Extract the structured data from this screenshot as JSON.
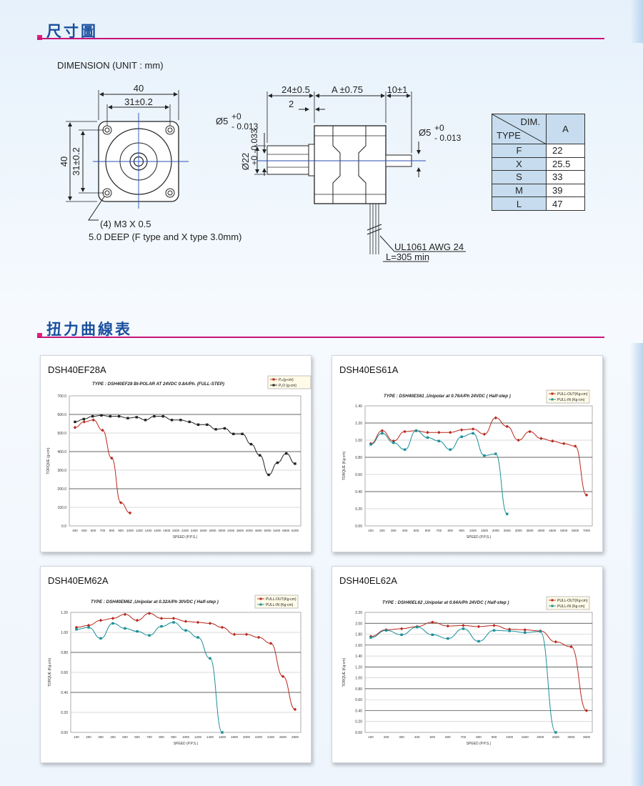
{
  "section1": {
    "title": "尺寸圖",
    "dimension_label": "DIMENSION (UNIT : mm)"
  },
  "drawing": {
    "front": {
      "w40": "40",
      "w31": "31±0.2",
      "h40": "40",
      "h31": "31±0.2",
      "screw": "(4) M3 X 0.5",
      "deep": "5.0 DEEP  (F type and X type 3.0mm)"
    },
    "side": {
      "d24": "24±0.5",
      "dA": "A ±0.75",
      "d10": "10±1",
      "d2": "2",
      "phi5a": "Ø5",
      "phi5a_tol_up": "+0",
      "phi5a_tol_dn": "- 0.013",
      "phi5b": "Ø5",
      "phi5b_tol_up": "+0",
      "phi5b_tol_dn": "- 0.013",
      "phi22": "Ø22",
      "phi22_tol": "+0 -0.033",
      "cable": "UL1061 AWG 24",
      "length": "L=305 min"
    }
  },
  "dim_table": {
    "header_dim": "DIM.",
    "header_type": "TYPE",
    "header_a": "A",
    "rows": [
      {
        "type": "F",
        "a": "22"
      },
      {
        "type": "X",
        "a": "25.5"
      },
      {
        "type": "S",
        "a": "33"
      },
      {
        "type": "M",
        "a": "39"
      },
      {
        "type": "L",
        "a": "47"
      }
    ]
  },
  "section2": {
    "title": "扭力曲線表"
  },
  "colors": {
    "accent": "#1a4f9e",
    "pink": "#c8137a",
    "red": "#b8281e",
    "teal": "#1b8f97"
  },
  "chart_data": [
    {
      "type": "line",
      "panel_title": "DSH40EF28A",
      "title": "TYPE : DSH40EF28  BI-POLAR AT 24VDC 0.8A/Ph. (FULL-STEP)",
      "xlabel": "SPEED (P.P.S.)",
      "ylabel": "TORQUE (g-cm)",
      "categories": [
        "400",
        "500",
        "600",
        "700",
        "800",
        "900",
        "1000",
        "1200",
        "1400",
        "1600",
        "1800",
        "2000",
        "2200",
        "2400",
        "2600",
        "2800",
        "3000",
        "3400",
        "3600",
        "4000",
        "4600",
        "5000",
        "5400",
        "5800",
        "6200"
      ],
      "ylim": [
        0,
        700
      ],
      "yticks": [
        "0.0",
        "100.0",
        "200.0",
        "300.0",
        "400.0",
        "500.0",
        "600.0",
        "700.0"
      ],
      "series": [
        {
          "name": "Pₚᵢ(g-cm)",
          "color": "#b8281e",
          "marker": "diamond",
          "values": [
            530,
            560,
            570,
            515,
            365,
            125,
            70
          ]
        },
        {
          "name": "PₒO (g-cm)",
          "color": "#222222",
          "marker": "square",
          "values": [
            560,
            575,
            590,
            595,
            590,
            590,
            580,
            585,
            570,
            590,
            590,
            570,
            570,
            560,
            545,
            545,
            520,
            525,
            495,
            495,
            440,
            380,
            275,
            340,
            390,
            335
          ]
        }
      ]
    },
    {
      "type": "line",
      "panel_title": "DSH40ES61A",
      "title": "TYPE : DSH40ES61 ,Unipolar at 0.76A/Ph 24VDC  ( Half-step )",
      "xlabel": "SPEED (P.P.S.)",
      "ylabel": "TORQUE (Kg-cm)",
      "categories": [
        "100",
        "200",
        "300",
        "400",
        "500",
        "600",
        "700",
        "800",
        "900",
        "1000",
        "1500",
        "2000",
        "2500",
        "3000",
        "3500",
        "4000",
        "4500",
        "5000",
        "6000",
        "7000"
      ],
      "ylim": [
        0,
        1.4
      ],
      "yticks": [
        "0.00",
        "0.20",
        "0.40",
        "0.60",
        "0.80",
        "1.00",
        "1.20",
        "1.40"
      ],
      "series": [
        {
          "name": "PULL-OUT(Kg-cm)",
          "color": "#b8281e",
          "marker": "diamond",
          "values": [
            0.96,
            1.11,
            0.99,
            1.1,
            1.11,
            1.09,
            1.09,
            1.09,
            1.12,
            1.13,
            1.07,
            1.26,
            1.16,
            1.0,
            1.1,
            1.02,
            0.99,
            0.96,
            0.93,
            0.36
          ]
        },
        {
          "name": "PULL-IN  (Kg-cm)",
          "color": "#1b8f97",
          "marker": "square",
          "values": [
            0.95,
            1.08,
            0.97,
            0.89,
            1.11,
            1.03,
            0.99,
            0.89,
            1.04,
            1.08,
            0.82,
            0.84,
            0.14
          ]
        }
      ]
    },
    {
      "type": "line",
      "panel_title": "DSH40EM62A",
      "title": "TYPE : DSH40EM62 ,Unipolar at 0.32A/Ph 30VDC  ( Half-step )",
      "xlabel": "SPEED (P.P.S.)",
      "ylabel": "TORQUE (Kg-cm)",
      "categories": [
        "100",
        "200",
        "300",
        "400",
        "500",
        "600",
        "700",
        "800",
        "900",
        "1000",
        "1200",
        "1400",
        "1600",
        "1800",
        "2000",
        "2200",
        "2400",
        "2600",
        "2800"
      ],
      "ylim": [
        0,
        1.2
      ],
      "yticks": [
        "0.00",
        "0.20",
        "0.40",
        "0.60",
        "0.80",
        "1.00",
        "1.20"
      ],
      "series": [
        {
          "name": "PULL-OUT(Kg-cm)",
          "color": "#b8281e",
          "marker": "diamond",
          "values": [
            1.05,
            1.07,
            1.12,
            1.14,
            1.18,
            1.12,
            1.19,
            1.14,
            1.14,
            1.11,
            1.1,
            1.09,
            1.05,
            0.98,
            0.98,
            0.95,
            0.89,
            0.56,
            0.23
          ]
        },
        {
          "name": "PULL-IN  (Kg-cm)",
          "color": "#1b8f97",
          "marker": "square",
          "values": [
            1.03,
            1.05,
            0.94,
            1.09,
            1.04,
            1.01,
            0.97,
            1.06,
            1.1,
            1.02,
            0.95,
            0.74,
            0.0
          ]
        }
      ]
    },
    {
      "type": "line",
      "panel_title": "DSH40EL62A",
      "title": "TYPE : DSH40EL62 ,Unipolar at 0.64A/Ph 24VDC  ( Half-step )",
      "xlabel": "SPEED (P.P.S.)",
      "ylabel": "TORQUE (Kg-cm)",
      "categories": [
        "100",
        "200",
        "300",
        "400",
        "500",
        "600",
        "700",
        "800",
        "900",
        "1000",
        "1500",
        "2000",
        "2500",
        "3000",
        "3500"
      ],
      "ylim": [
        0,
        2.2
      ],
      "yticks": [
        "0.00",
        "0.20",
        "0.40",
        "0.60",
        "0.80",
        "1.00",
        "1.20",
        "1.40",
        "1.60",
        "1.80",
        "2.00",
        "2.20"
      ],
      "series": [
        {
          "name": "PULL-OUT(Kg-cm)",
          "color": "#b8281e",
          "marker": "diamond",
          "values": [
            1.76,
            1.88,
            1.9,
            1.94,
            2.02,
            1.95,
            1.96,
            1.94,
            1.96,
            1.89,
            1.88,
            1.86,
            1.66,
            1.57,
            0.4
          ]
        },
        {
          "name": "PULL-IN  (Kg-cm)",
          "color": "#1b8f97",
          "marker": "square",
          "values": [
            1.74,
            1.87,
            1.79,
            1.93,
            1.79,
            1.72,
            1.9,
            1.67,
            1.87,
            1.86,
            1.83,
            1.85,
            0.0
          ]
        }
      ]
    }
  ]
}
